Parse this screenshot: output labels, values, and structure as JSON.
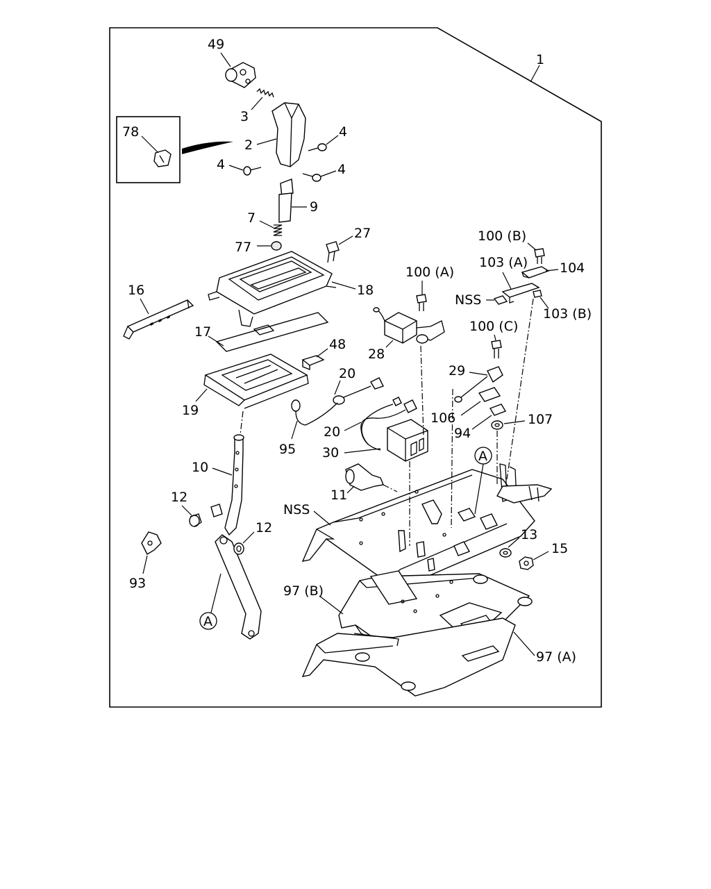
{
  "callouts": {
    "c1": "1",
    "c49": "49",
    "c3": "3",
    "c2": "2",
    "c78": "78",
    "c4a": "4",
    "c4b": "4",
    "c4c": "4",
    "c9": "9",
    "c7": "7",
    "c27": "27",
    "c77": "77",
    "c18": "18",
    "c16": "16",
    "c17": "17",
    "c48": "48",
    "c19": "19",
    "c20a": "20",
    "c20b": "20",
    "c95": "95",
    "c30": "30",
    "c10": "10",
    "c11": "11",
    "c12a": "12",
    "c12b": "12",
    "c93": "93",
    "cA1": "A",
    "cA2": "A",
    "cNSS1": "NSS",
    "cNSS2": "NSS",
    "c28": "28",
    "c100A": "100 (A)",
    "c100B": "100 (B)",
    "c100C": "100 (C)",
    "c103A": "103 (A)",
    "c103B": "103 (B)",
    "c104": "104",
    "c29": "29",
    "c106": "106",
    "c94": "94",
    "c107": "107",
    "c13": "13",
    "c15": "15",
    "c97B": "97 (B)",
    "c97A": "97 (A)"
  }
}
